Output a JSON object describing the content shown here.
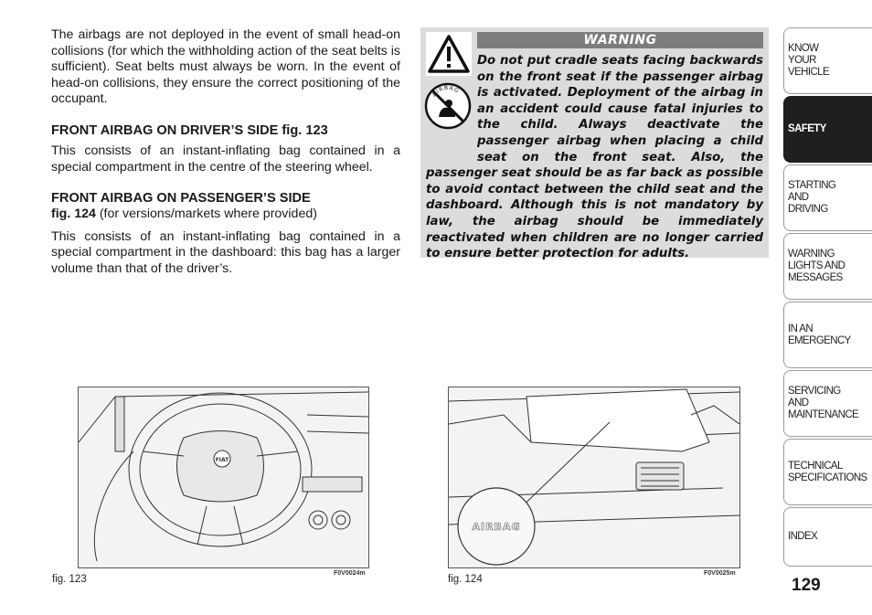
{
  "left_column": {
    "intro": "The airbags are not deployed in the event of small head-on collisions (for which the withholding action of the seat belts is sufficient). Seat belts must always be worn. In the event of head-on collisions, they ensure the correct positioning of the occupant.",
    "driver_heading": "FRONT AIRBAG ON DRIVER’S SIDE fig. 123",
    "driver_text": "This consists of an instant-inflating bag contained in a special compartment in the centre of the steering wheel.",
    "passenger_heading": "FRONT AIRBAG ON PASSENGER’S SIDE",
    "passenger_fig": "fig. 124",
    "passenger_note": " (for versions/markets where provided)",
    "passenger_text": "This consists of an instant-inflating bag contained in a special compartment in the dashboard: this bag has a larger volume than that of the driver’s."
  },
  "warning": {
    "title": "WARNING",
    "text": "Do not put cradle seats facing backwards on the front seat if the passenger airbag is activated. Deployment of the airbag in an accident could cause fatal injuries to the child. Always deactivate the passenger airbag when placing a child seat on the front seat. Also, the passenger seat should be as far back as possible to avoid contact between the child seat and the dashboard. Although this is not mandatory by law, the airbag should be immediately reactivated when children are no longer carried to ensure better protection for adults.",
    "icons": [
      "warning-triangle-icon",
      "no-child-seat-airbag-icon"
    ],
    "icon_text": "AIRBAG"
  },
  "sidebar": {
    "tabs": [
      {
        "label": "KNOW\nYOUR\nVEHICLE",
        "active": false
      },
      {
        "label": "SAFETY",
        "active": true
      },
      {
        "label": "STARTING\nAND\nDRIVING",
        "active": false
      },
      {
        "label": "WARNING\nLIGHTS AND\nMESSAGES",
        "active": false
      },
      {
        "label": "IN AN\nEMERGENCY",
        "active": false
      },
      {
        "label": "SERVICING\nAND\nMAINTENANCE",
        "active": false
      },
      {
        "label": "TECHNICAL\nSPECIFICATIONS",
        "active": false
      },
      {
        "label": "INDEX",
        "active": false
      }
    ]
  },
  "page_number": "129",
  "figures": [
    {
      "caption": "fig. 123",
      "code": "F0V0024m",
      "logo": "FIAT"
    },
    {
      "caption": "fig. 124",
      "code": "F0V0025m",
      "label": "AIRBAG"
    }
  ],
  "colors": {
    "warning_bg": "#dcdcdc",
    "warning_header": "#7d7d7d",
    "active_tab": "#1f1f1f"
  }
}
